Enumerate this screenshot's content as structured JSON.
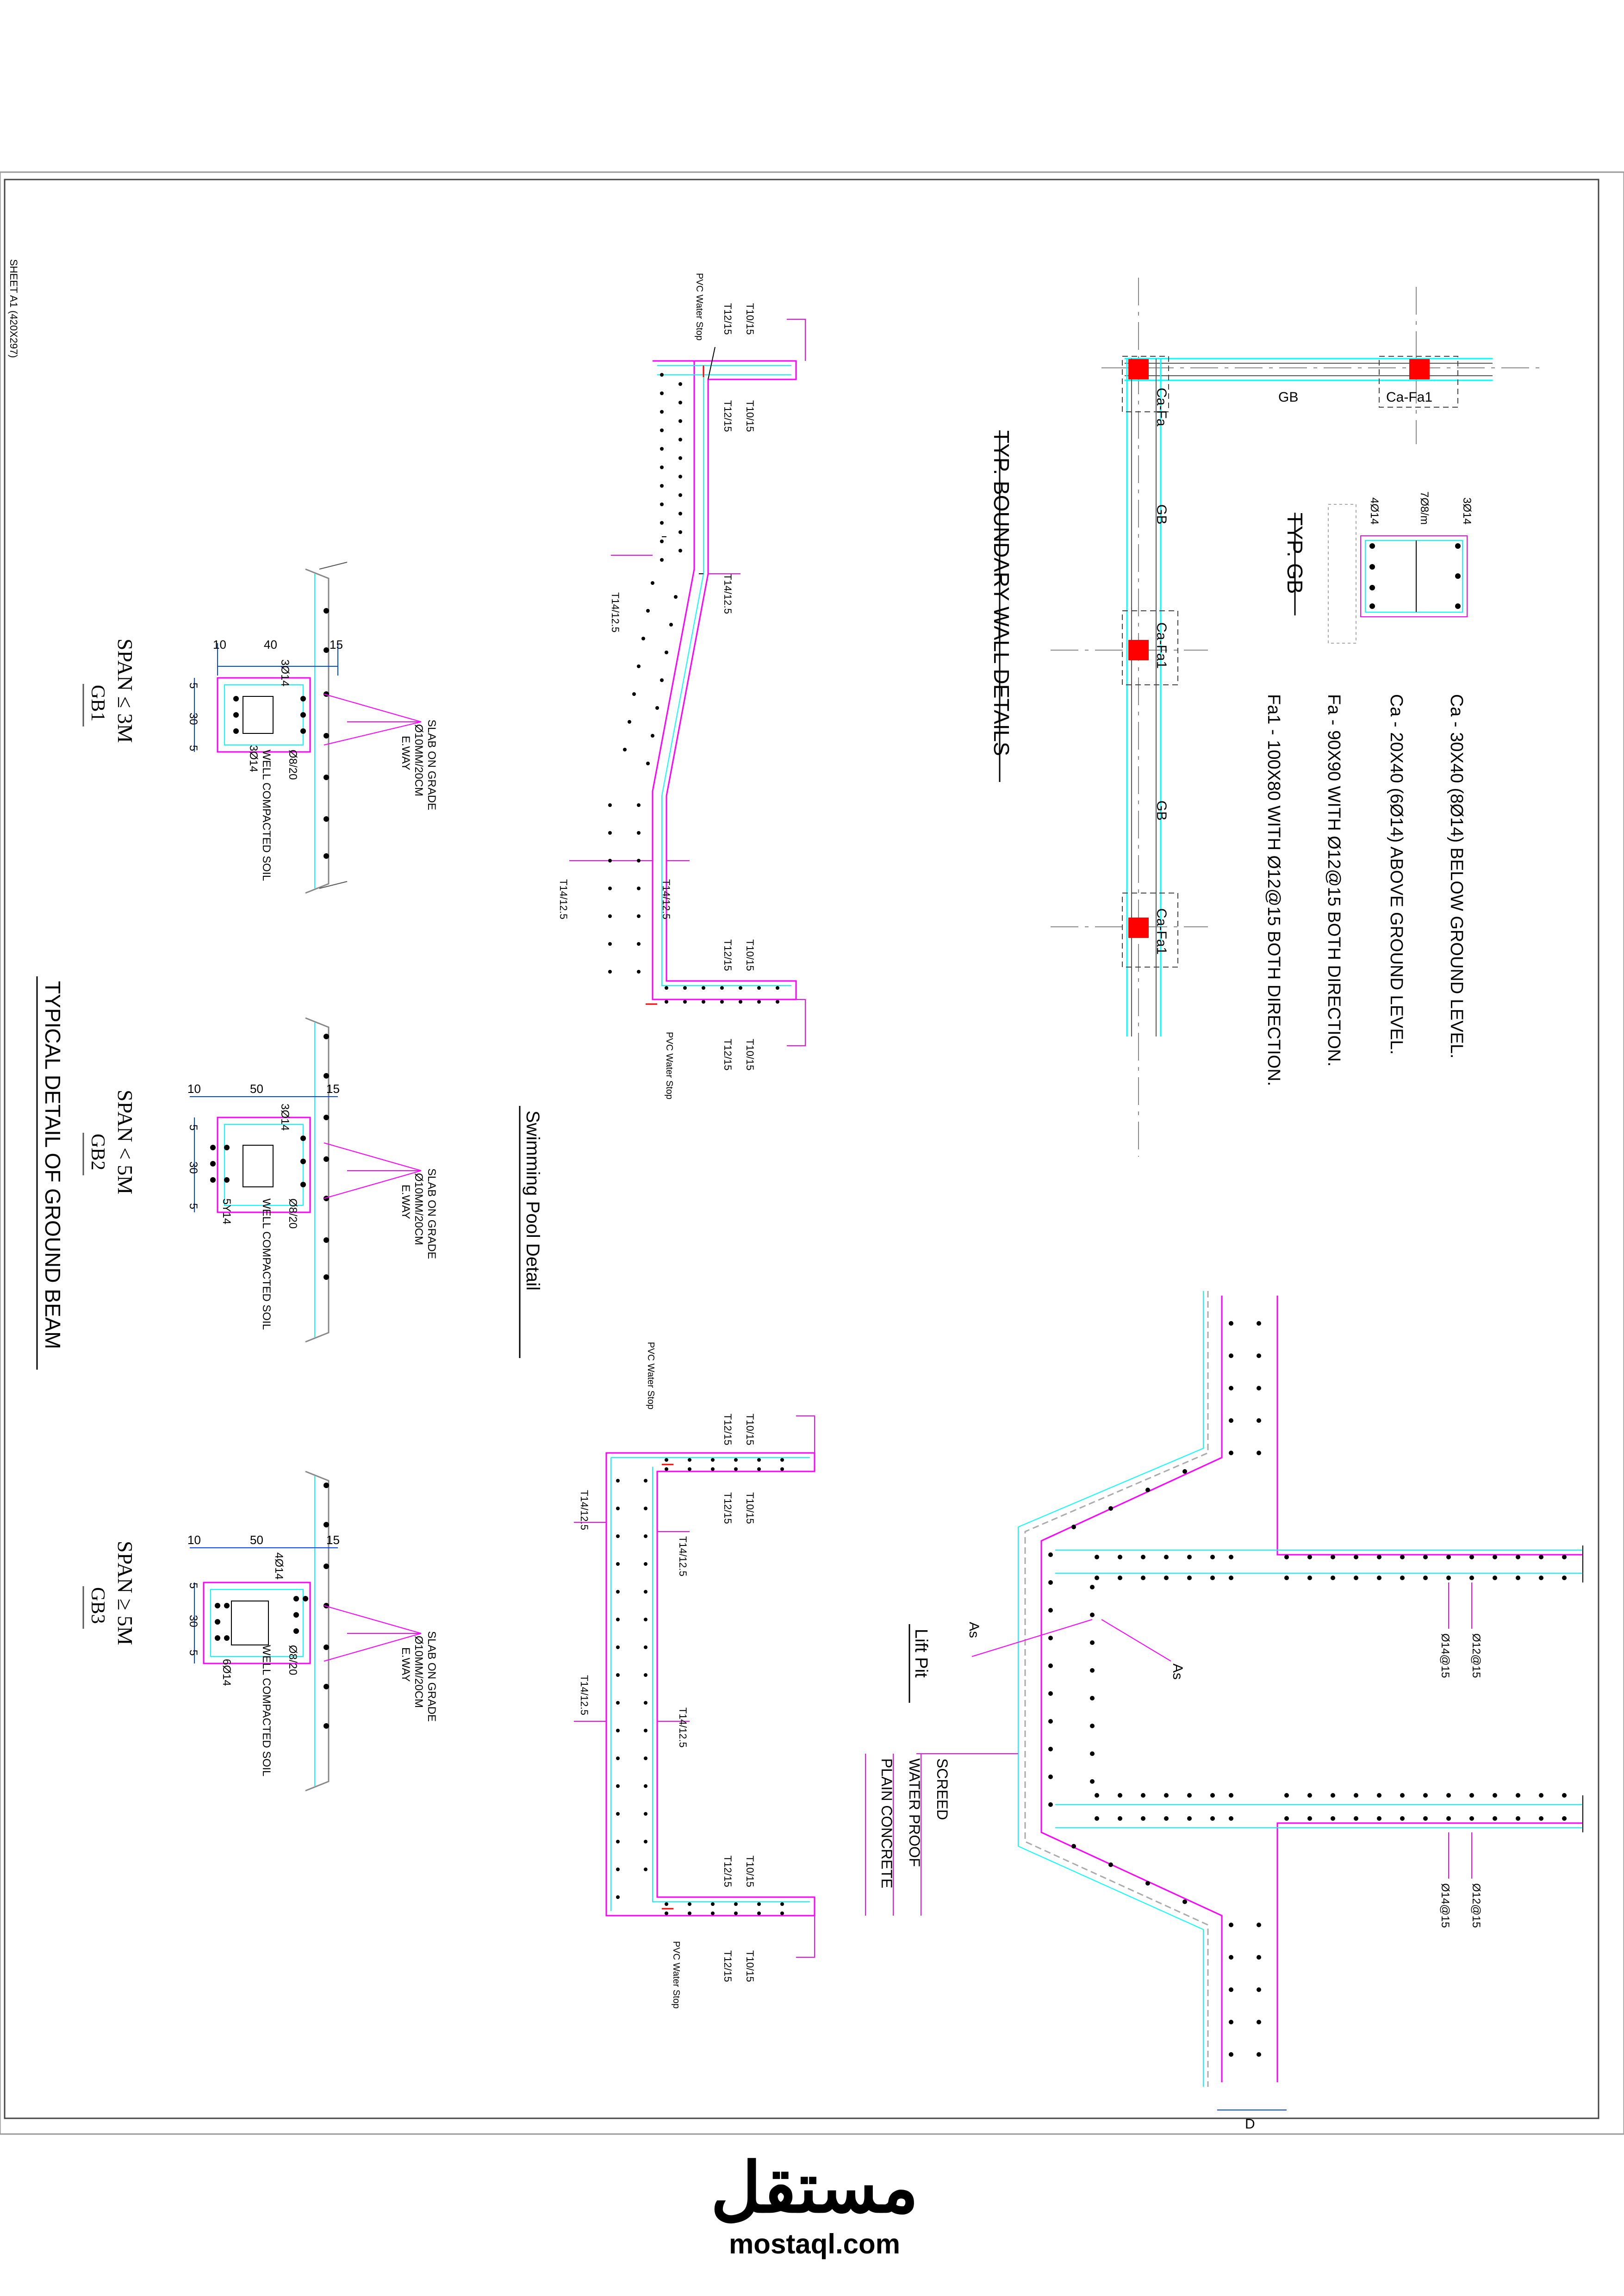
{
  "colors": {
    "line": "#000000",
    "pink": "#ff00ff",
    "cyan": "#00ffff",
    "blue": "#0044ff",
    "red": "#ff0000",
    "grey": "#999999",
    "gridline": "#888888",
    "logo": "#dddddd"
  },
  "sheet_stamp": "SHEET A1 (420X297)",
  "boundary": {
    "title": "TYP. BOUNDARY WALL DETAILS",
    "gb_title": "TYP. GB",
    "labels": {
      "ca_fa": "Ca-Fa",
      "ca_fa1": "Ca-Fa1",
      "gb": "GB",
      "t3": "3Ø14",
      "t4": "4Ø14",
      "stirrup": "7Ø8/m"
    },
    "notes": [
      "Ca - 30X40 (8Ø14) BELOW GROUND LEVEL.",
      "Ca - 20X40 (6Ø14) ABOVE GROUND LEVEL.",
      "Fa - 90X90 WITH Ø12@15 BOTH DIRECTION.",
      "Fa1 - 100X80 WITH Ø12@15 BOTH DIRECTION."
    ]
  },
  "pool": {
    "title": "Swimming Pool Detail",
    "labels": {
      "pvc": "PVC Water Stop",
      "t10": "T10/15",
      "t12": "T12/15",
      "t14": "T14/12.5"
    }
  },
  "lift": {
    "title": "Lift Pit",
    "as": "As",
    "bar12": "Ø12@15",
    "bar14": "Ø14@15",
    "d": "D",
    "layers": [
      "SCREED",
      "WATER PROOF",
      "PLAIN CONCRETE"
    ]
  },
  "ground_beam": {
    "title": "TYPICAL DETAIL OF GROUND BEAM",
    "common": {
      "slab": [
        "SLAB ON GRADE",
        "Ø10MM/20CM",
        "E.WAY"
      ],
      "soil": "WELL COMPACTED SOIL",
      "stirrup": "Ø8/20",
      "d5": "5",
      "d30": "30",
      "d15": "15",
      "d10": "10"
    },
    "beams": [
      {
        "name": "GB1",
        "span": "SPAN ≤ 3M",
        "width": "40",
        "top": "3Ø14",
        "bottom": "3Ø14"
      },
      {
        "name": "GB2",
        "span": "SPAN < 5M",
        "width": "50",
        "top": "3Ø14",
        "bottom": "5Y14"
      },
      {
        "name": "GB3",
        "span": "SPAN ≥ 5M",
        "width": "50",
        "top": "4Ø14",
        "bottom": "6Ø14"
      }
    ]
  },
  "watermark": {
    "arabic": "مستقل",
    "latin": "mostaql.com"
  }
}
